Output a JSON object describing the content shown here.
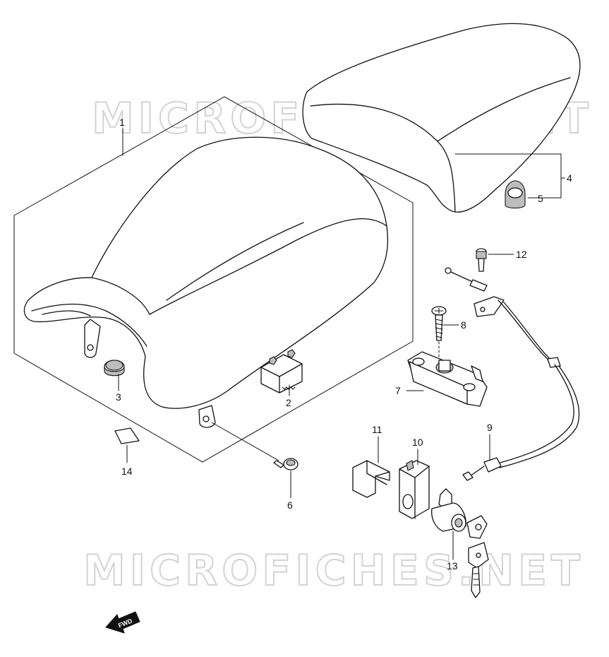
{
  "watermark": {
    "text": "MICROFICHES.NET"
  },
  "callouts": [
    "1",
    "2",
    "3",
    "4",
    "5",
    "6",
    "7",
    "8",
    "9",
    "10",
    "11",
    "12",
    "13",
    "14"
  ],
  "fwd_badge": {
    "label": "FWD"
  },
  "parts": [
    {
      "id": "1",
      "name": "seat-front"
    },
    {
      "id": "2",
      "name": "seat-cushion-block"
    },
    {
      "id": "3",
      "name": "seat-damper"
    },
    {
      "id": "4",
      "name": "seat-rear"
    },
    {
      "id": "5",
      "name": "rear-seat-cushion"
    },
    {
      "id": "6",
      "name": "bolt"
    },
    {
      "id": "7",
      "name": "seat-lock-assembly"
    },
    {
      "id": "8",
      "name": "screw"
    },
    {
      "id": "9",
      "name": "seat-lock-cable"
    },
    {
      "id": "10",
      "name": "lock-bracket"
    },
    {
      "id": "11",
      "name": "lock-clip"
    },
    {
      "id": "12",
      "name": "cable-bolt"
    },
    {
      "id": "13",
      "name": "seat-lock-cylinder-and-key"
    },
    {
      "id": "14",
      "name": "label"
    }
  ]
}
